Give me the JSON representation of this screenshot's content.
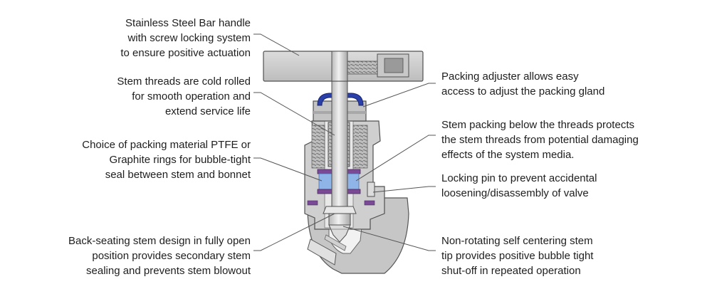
{
  "callouts": {
    "handle": [
      "Stainless Steel Bar handle",
      "with screw locking system",
      "to ensure positive actuation"
    ],
    "threads": [
      "Stem threads are cold rolled",
      "for smooth operation and",
      "extend service life"
    ],
    "packing_material": [
      "Choice of packing material PTFE or",
      "Graphite rings for bubble-tight",
      "seal between stem and bonnet"
    ],
    "back_seating": [
      "Back-seating stem design in fully open",
      "position provides secondary stem",
      "sealing and prevents stem blowout"
    ],
    "packing_adjuster": [
      "Packing adjuster allows easy",
      "access to adjust the packing gland"
    ],
    "stem_packing": [
      "Stem packing below the threads protects",
      "the stem threads from potential damaging",
      "effects of the system media."
    ],
    "locking_pin": [
      "Locking pin to prevent accidental",
      "loosening/disassembly of valve"
    ],
    "stem_tip": [
      "Non-rotating self centering stem",
      "tip provides positive bubble tight",
      "shut-off in repeated operation"
    ]
  },
  "colors": {
    "body_gray": "#c8c8c8",
    "body_light": "#e2e2e2",
    "outline": "#505050",
    "packing_blue": "#8fb4e8",
    "packing_purple": "#7a4a96",
    "gland_blue": "#2b3fa8",
    "leader": "#555555"
  }
}
